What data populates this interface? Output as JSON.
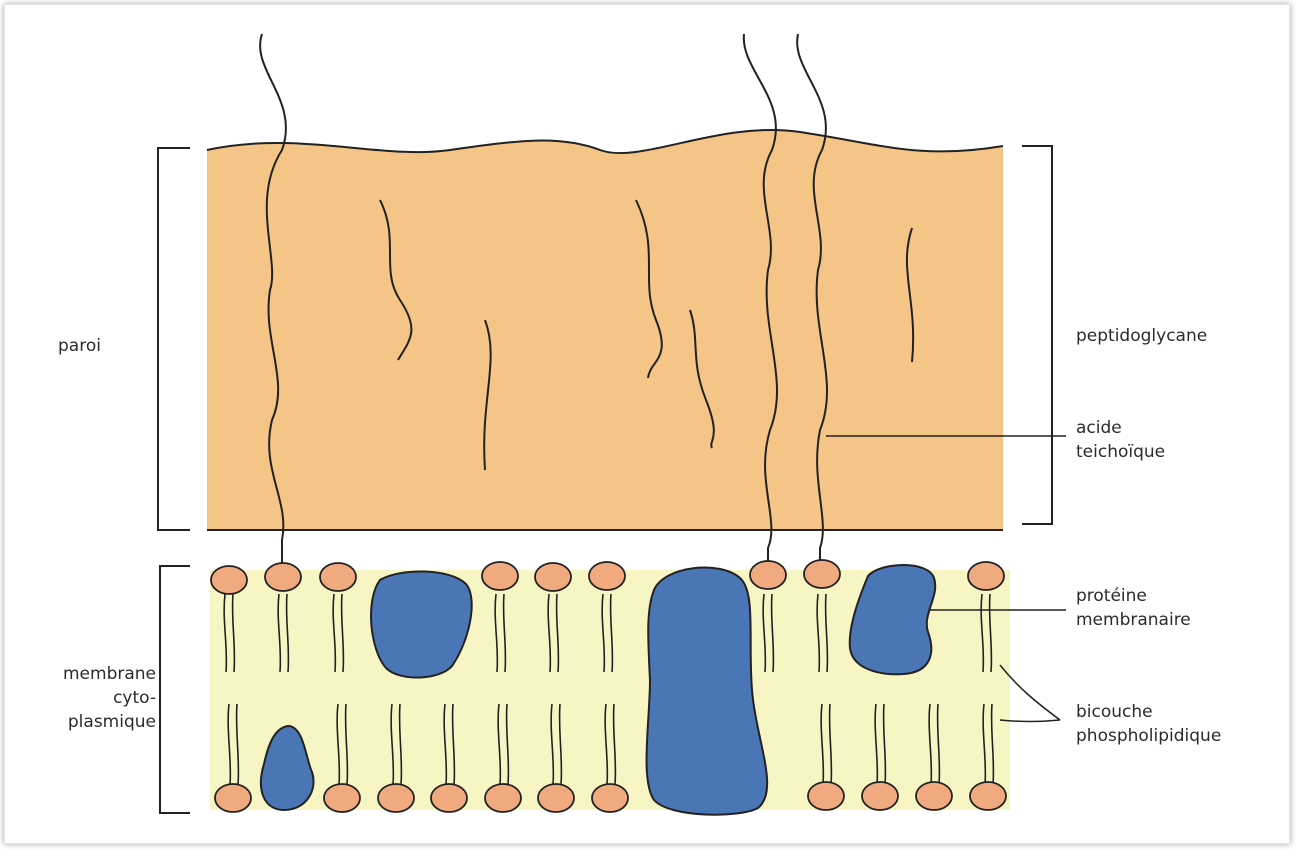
{
  "labels": {
    "paroi": "paroi",
    "membrane_lines": [
      "membrane",
      "cyto-",
      "plasmique"
    ],
    "peptidoglycane": "peptidoglycane",
    "acide_lines": [
      "acide",
      "teichoïque"
    ],
    "proteine_lines": [
      "protéine",
      "membranaire"
    ],
    "bicouche_lines": [
      "bicouche",
      "phospholipidique"
    ]
  },
  "colors": {
    "wall": "#f5c487",
    "membrane": "#f7f5c4",
    "protein": "#4a76b6",
    "lipid_head": "#f1aa80",
    "line": "#222222"
  }
}
